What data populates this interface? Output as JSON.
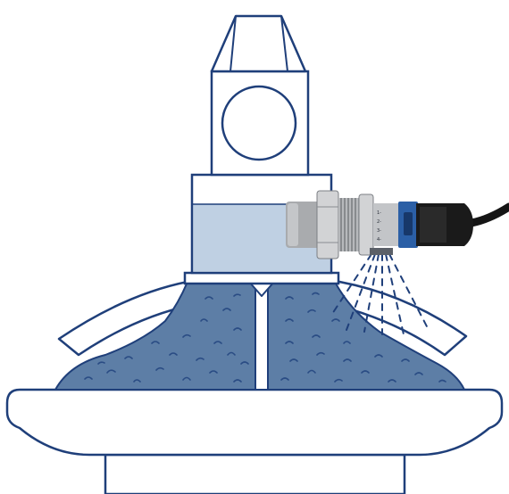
{
  "diagram": {
    "colors": {
      "outline": "#1f3f7a",
      "material": "#5d7ea6",
      "material_texture": "#2a4c84",
      "liquid": "#bfd0e3",
      "sensor_body": "#a9abae",
      "sensor_blue": "#2b5fa6",
      "cable": "#151515",
      "spray": "#1f3f7a"
    },
    "sensor_label_lines": [
      "1-",
      "2-",
      "3-",
      "4-"
    ]
  }
}
